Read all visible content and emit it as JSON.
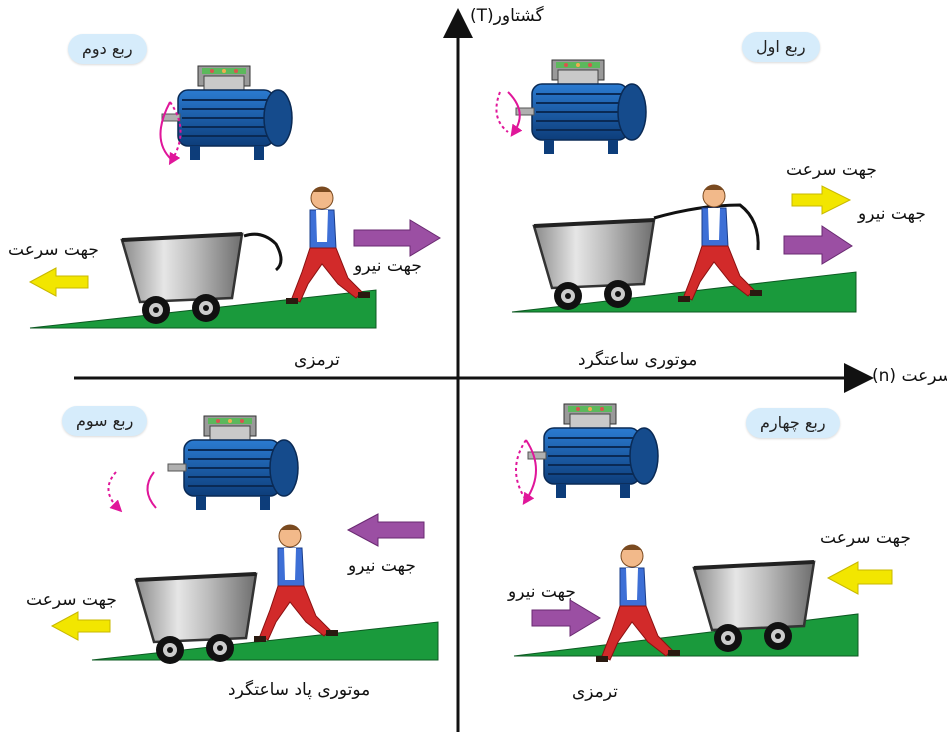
{
  "axes": {
    "torque_label": "گشتاور(T)",
    "speed_label": "سرعت (n)"
  },
  "quadrants": {
    "q1": {
      "title": "ربع اول",
      "mode": "موتوری ساعتگرد",
      "speed_dir": "جهت سرعت",
      "force_dir": "جهت نیرو"
    },
    "q2": {
      "title": "ربع دوم",
      "mode": "ترمزی",
      "speed_dir": "جهت سرعت",
      "force_dir": "جهت نیرو"
    },
    "q3": {
      "title": "ربع سوم",
      "mode": "موتوری پاد ساعتگرد",
      "speed_dir": "جهت سرعت",
      "force_dir": "جهت نیرو"
    },
    "q4": {
      "title": "ربع چهارم",
      "mode": "ترمزی",
      "speed_dir": "جهت سرعت",
      "force_dir": "جهت نیرو"
    }
  },
  "colors": {
    "ramp": "#1a9a3c",
    "speed_arrow": "#f2e600",
    "force_arrow": "#9b4fa3",
    "rotation": "#e0169a",
    "motor": "#1e5ea8",
    "pill_bg": "#d6ecfb"
  }
}
